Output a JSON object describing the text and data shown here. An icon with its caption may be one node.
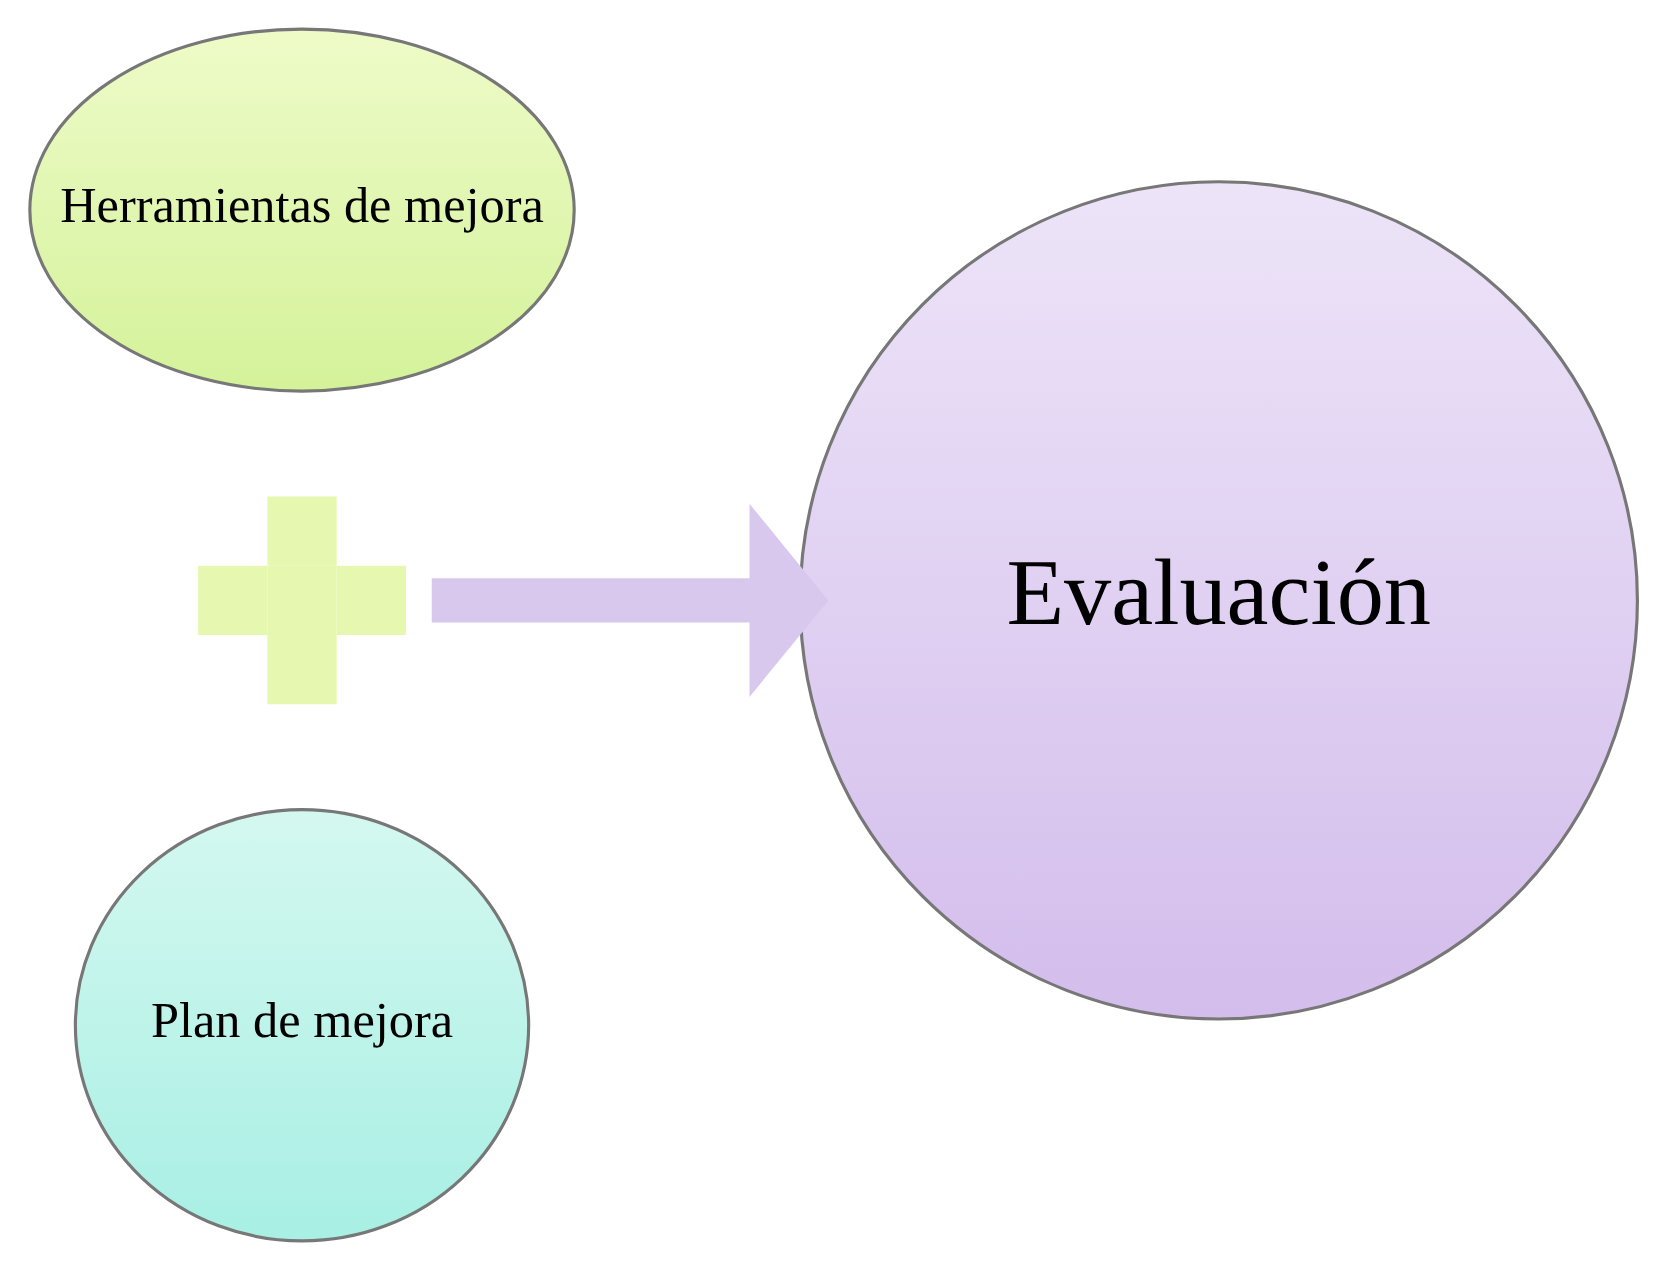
{
  "diagram": {
    "nodes": [
      {
        "text": [
          "Herramientas de mejora"
        ]
      },
      {
        "text": [],
        "shape": "plus"
      },
      {
        "text": [
          "Plan de mejora"
        ]
      },
      {
        "text": [
          "Evaluación"
        ]
      }
    ],
    "edges": [
      {
        "from": 1,
        "to": 3,
        "arrow": "to",
        "color": "#d9c8ee"
      }
    ]
  }
}
